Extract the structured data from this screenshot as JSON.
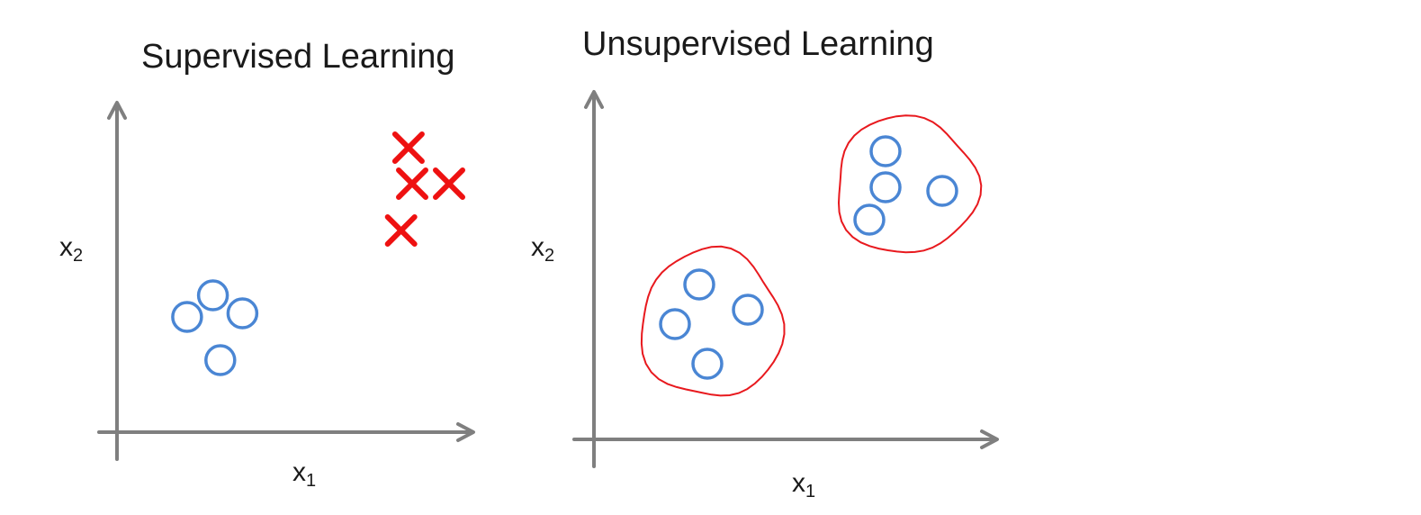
{
  "panels": [
    {
      "title": "Supervised Learning",
      "xlabel": "x",
      "xlabel_sub": "1",
      "ylabel": "x",
      "ylabel_sub": "2",
      "points": [
        {
          "marker": "circle",
          "x": 0.95,
          "y": 1.6
        },
        {
          "marker": "circle",
          "x": 1.3,
          "y": 1.9
        },
        {
          "marker": "circle",
          "x": 1.7,
          "y": 1.65
        },
        {
          "marker": "circle",
          "x": 1.4,
          "y": 1.0
        },
        {
          "marker": "cross",
          "x": 3.95,
          "y": 3.95
        },
        {
          "marker": "cross",
          "x": 4.0,
          "y": 3.45
        },
        {
          "marker": "cross",
          "x": 4.5,
          "y": 3.45
        },
        {
          "marker": "cross",
          "x": 3.85,
          "y": 2.8
        }
      ]
    },
    {
      "title": "Unsupervised Learning",
      "xlabel": "x",
      "xlabel_sub": "1",
      "ylabel": "x",
      "ylabel_sub": "2",
      "points": [
        {
          "marker": "circle",
          "x": 1.3,
          "y": 2.15
        },
        {
          "marker": "circle",
          "x": 1.0,
          "y": 1.6
        },
        {
          "marker": "circle",
          "x": 1.9,
          "y": 1.8
        },
        {
          "marker": "circle",
          "x": 1.4,
          "y": 1.05
        },
        {
          "marker": "circle",
          "x": 3.6,
          "y": 4.0
        },
        {
          "marker": "circle",
          "x": 3.6,
          "y": 3.5
        },
        {
          "marker": "circle",
          "x": 4.3,
          "y": 3.45
        },
        {
          "marker": "circle",
          "x": 3.4,
          "y": 3.05
        }
      ],
      "clusters": [
        {
          "outline_color": "#e8191e",
          "members": [
            0,
            1,
            2,
            3
          ]
        },
        {
          "outline_color": "#e8191e",
          "members": [
            4,
            5,
            6,
            7
          ]
        }
      ]
    }
  ],
  "colors": {
    "axis": "#7f7f7f",
    "circle": "#4a86d4",
    "cross": "#ee1111",
    "cluster": "#e8191e"
  }
}
